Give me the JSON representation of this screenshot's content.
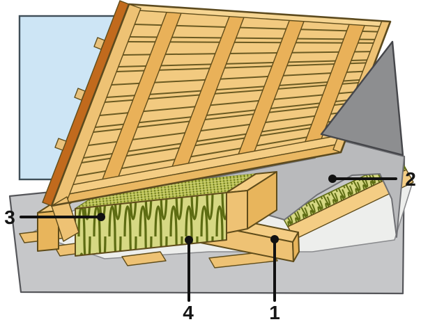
{
  "labels": {
    "item1": "1",
    "item2": "2",
    "item3": "3",
    "item4": "4"
  },
  "colors": {
    "sky": "#cde5f5",
    "floor": "#c6c7c9",
    "underlay": "#edeeec",
    "membrane": "#b9babc",
    "membrane_fold": "#8d8e90",
    "roof_board": "#f2ca80",
    "roof_rafter": "#e9b159",
    "roof_top_band": "#f6d592",
    "wood_light": "#f4cd84",
    "wood_mid": "#eec274",
    "wood_shade": "#e8b55c",
    "eaves_board": "#eab863",
    "tile_strip": "#c16a1d",
    "tile_tab": "#e9c27c",
    "insulation_base": "#d6d883",
    "insulation_band": "#b9c050",
    "insulation_dark": "#5d6c12",
    "leader": "#111111"
  }
}
